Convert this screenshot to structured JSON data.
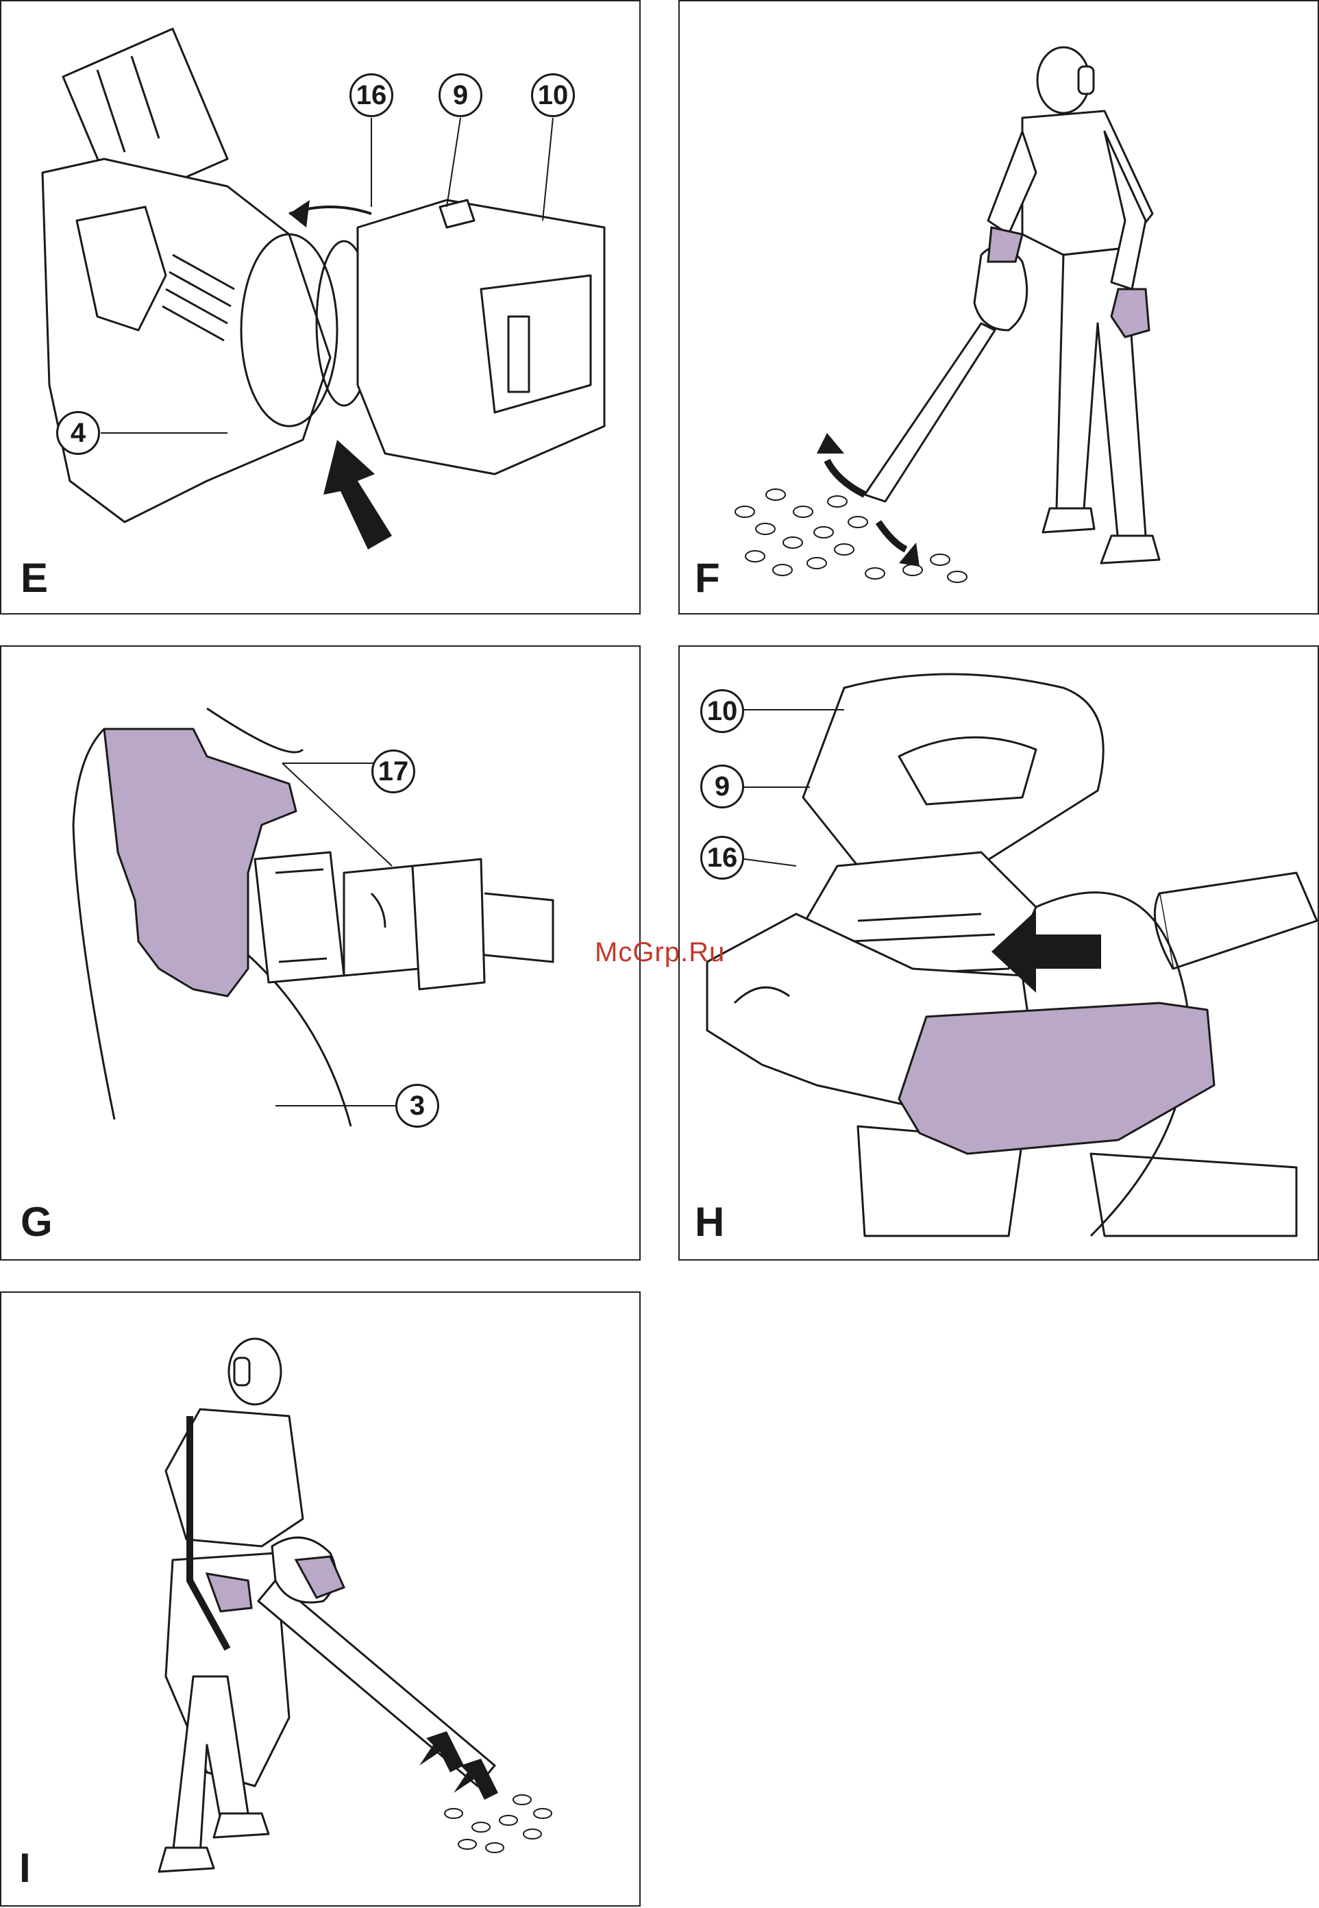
{
  "panels": {
    "E": {
      "letter": "E",
      "callouts": [
        "16",
        "9",
        "10",
        "4"
      ]
    },
    "F": {
      "letter": "F"
    },
    "G": {
      "letter": "G",
      "callouts": [
        "17",
        "3"
      ]
    },
    "H": {
      "letter": "H",
      "callouts": [
        "10",
        "9",
        "16"
      ]
    },
    "I": {
      "letter": "I"
    }
  },
  "watermark": "McGrp.Ru",
  "colors": {
    "glove": "#b9a8c6",
    "line": "#1a1a1a",
    "watermark": "#c0392b"
  }
}
